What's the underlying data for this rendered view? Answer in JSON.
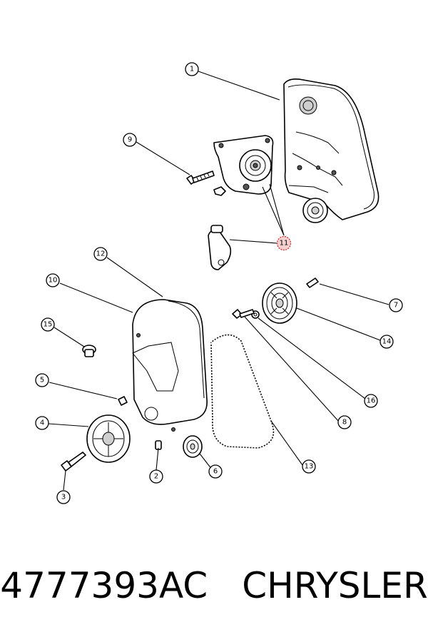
{
  "callouts": {
    "c1": "1",
    "c2": "2",
    "c3": "3",
    "c4": "4",
    "c5": "5",
    "c6": "6",
    "c7": "7",
    "c8": "8",
    "c9": "9",
    "c10": "10",
    "c11": "11",
    "c12": "12",
    "c13": "13",
    "c14": "14",
    "c15": "15",
    "c16": "16"
  },
  "caption": {
    "part_number": "4777393AC",
    "brand": "CHRYSLER"
  },
  "colors": {
    "highlight_fill": "#f7d0d0",
    "highlight_stroke": "#d23030"
  }
}
